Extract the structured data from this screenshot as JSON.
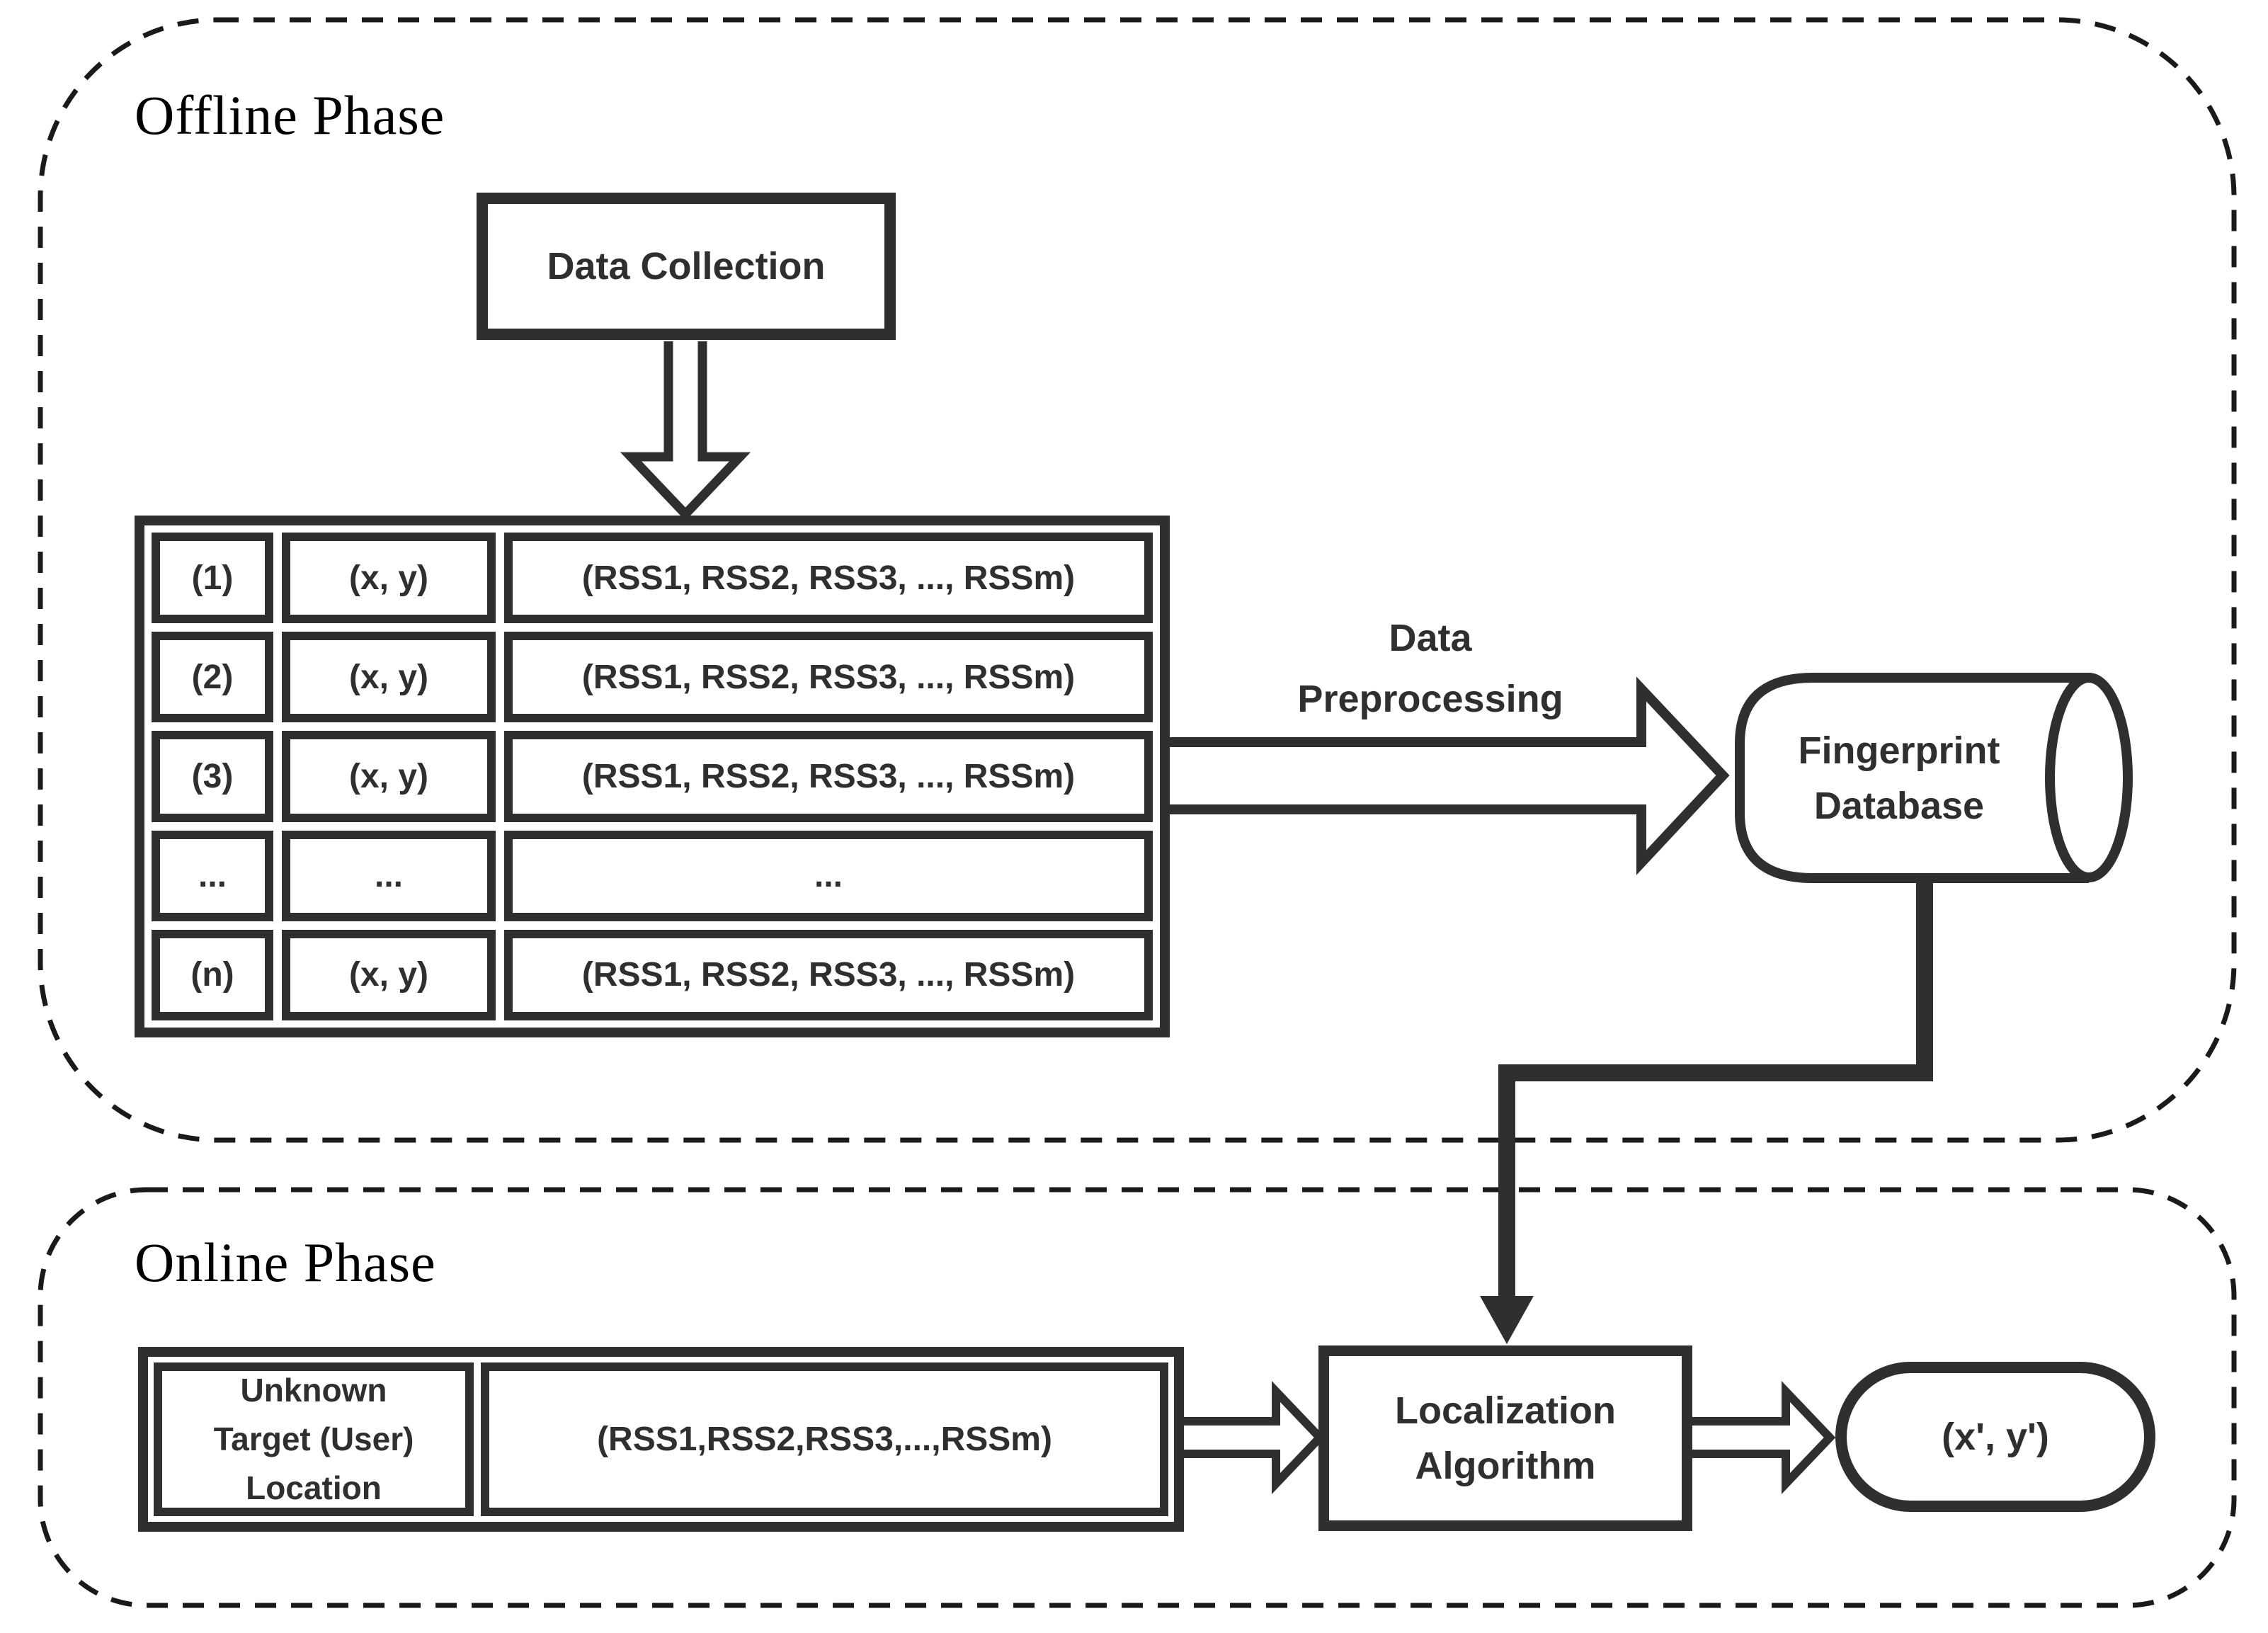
{
  "figure": {
    "offline": {
      "title": "Offline Phase",
      "data_collection": "Data Collection",
      "table": {
        "rows": [
          {
            "id": "(1)",
            "coord": "(x, y)",
            "rss": "(RSS1, RSS2, RSS3, ..., RSSm)"
          },
          {
            "id": "(2)",
            "coord": "(x, y)",
            "rss": "(RSS1, RSS2, RSS3, ..., RSSm)"
          },
          {
            "id": "(3)",
            "coord": "(x, y)",
            "rss": "(RSS1, RSS2, RSS3, ..., RSSm)"
          },
          {
            "id": "...",
            "coord": "...",
            "rss": "..."
          },
          {
            "id": "(n)",
            "coord": "(x, y)",
            "rss": "(RSS1, RSS2, RSS3, ..., RSSm)"
          }
        ]
      },
      "preprocessing": {
        "line1": "Data",
        "line2": "Preprocessing"
      },
      "database": {
        "line1": "Fingerprint",
        "line2": "Database"
      }
    },
    "online": {
      "title": "Online Phase",
      "unknown_target": {
        "line1": "Unknown",
        "line2": "Target (User)",
        "line3": "Location"
      },
      "rss_vector": "(RSS1,RSS2,RSS3,...,RSSm)",
      "algorithm": {
        "line1": "Localization",
        "line2": "Algorithm"
      },
      "output": "(x', y')"
    },
    "colors": {
      "ink": "#2f2f2f",
      "background": "#ffffff"
    }
  }
}
